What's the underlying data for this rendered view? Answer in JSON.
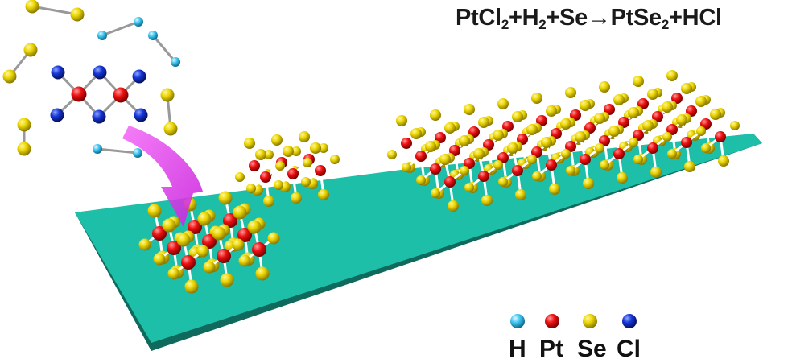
{
  "equation": {
    "r1": "PtCl",
    "s1": "2",
    "r2": "+H",
    "s2": "2",
    "r3": "+Se→PtSe",
    "s3": "2",
    "r4": "+HCl"
  },
  "legend": {
    "items": [
      {
        "key": "H",
        "label": "H",
        "color": "#3fc6f2"
      },
      {
        "key": "Pt",
        "label": "Pt",
        "color": "#ee1010"
      },
      {
        "key": "Se",
        "label": "Se",
        "color": "#ecd600"
      },
      {
        "key": "Cl",
        "label": "Cl",
        "color": "#1535d8"
      }
    ]
  },
  "colors": {
    "substrate_top": "#1dbfa8",
    "substrate_side": "#0f6a5d",
    "arrow": "#e83ff0",
    "bond": "#ffffff"
  }
}
